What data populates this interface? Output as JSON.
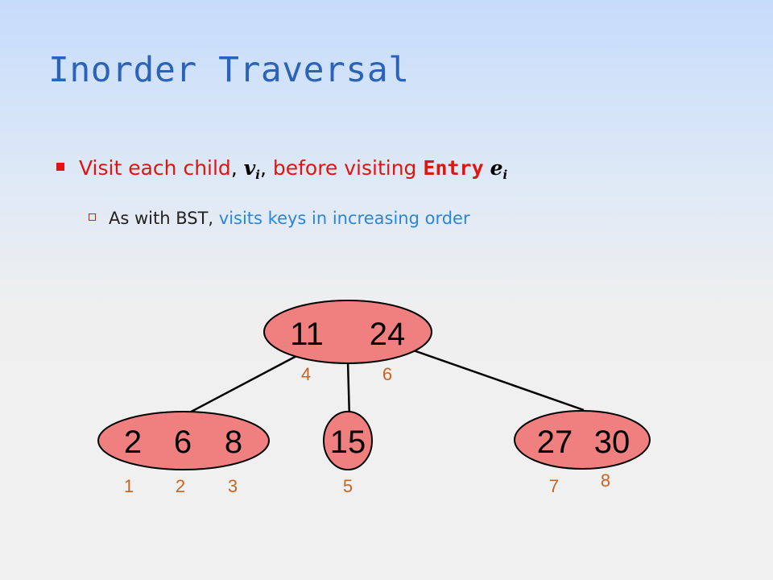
{
  "title": "Inorder Traversal",
  "bullet1": {
    "part1": "Visit each child",
    "comma1": ",",
    "var": "v",
    "var_sub": "i",
    "comma2": ",",
    "part2": " before visiting ",
    "code": "Entry",
    "var2": "e",
    "var2_sub": "i"
  },
  "bullet2": {
    "part1": "As with BST, ",
    "part2": "visits keys in increasing order"
  },
  "tree": {
    "root": {
      "key1": "11",
      "key2": "24"
    },
    "left": {
      "key1": "2",
      "key2": "6",
      "key3": "8"
    },
    "middle": {
      "key1": "15"
    },
    "right": {
      "key1": "27",
      "key2": "30"
    }
  },
  "order_labels": {
    "o1": "1",
    "o2": "2",
    "o3": "3",
    "o4": "4",
    "o5": "5",
    "o6": "6",
    "o7": "7",
    "o8": "8"
  },
  "colors": {
    "node_fill": "#f08080",
    "order_label": "#c8641e",
    "title": "#2a63b8",
    "bullet_red": "#e0150f",
    "bullet_blue": "#2a86d8"
  }
}
